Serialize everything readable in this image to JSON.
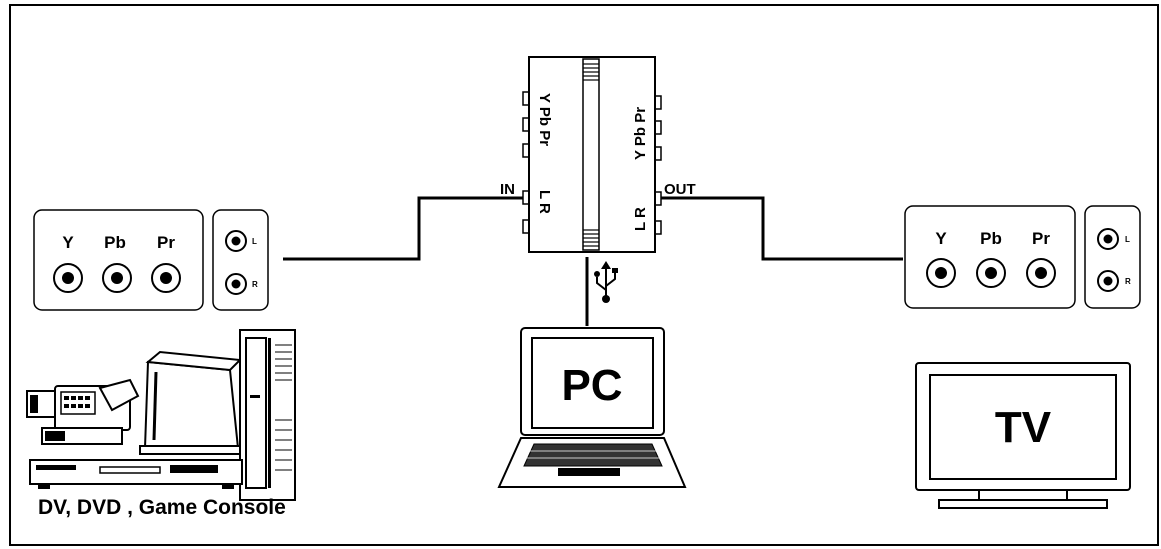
{
  "source": {
    "component_ports": [
      "Y",
      "Pb",
      "Pr"
    ],
    "audio_ports": [
      "L",
      "R"
    ],
    "caption": "DV, DVD , Game Console"
  },
  "device": {
    "in_label": "IN",
    "out_label": "OUT",
    "left_component_label": "Y Pb Pr",
    "left_audio_label": "L R",
    "right_component_label": "Y Pb Pr",
    "right_audio_label": "L R"
  },
  "pc": {
    "label": "PC"
  },
  "sink": {
    "component_ports": [
      "Y",
      "Pb",
      "Pr"
    ],
    "audio_ports": [
      "L",
      "R"
    ],
    "label": "TV"
  }
}
